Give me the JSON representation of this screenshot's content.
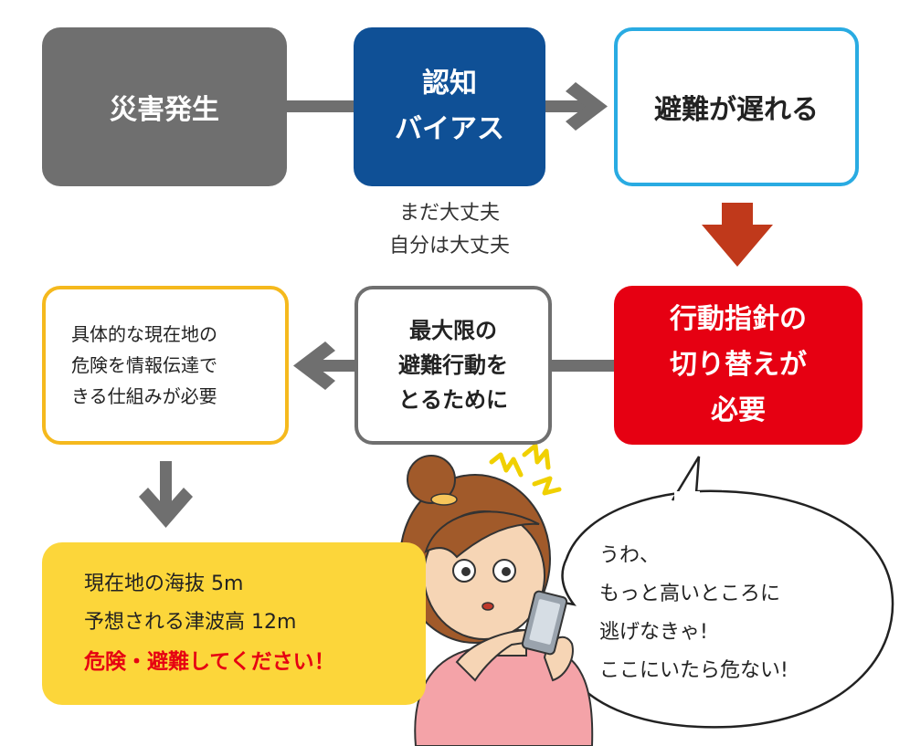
{
  "boxes": {
    "disaster": {
      "text": "災害発生"
    },
    "bias": {
      "line1": "認知",
      "line2": "バイアス"
    },
    "late": {
      "text": "避難が遅れる"
    },
    "bias_note": {
      "line1": "まだ大丈夫",
      "line2": "自分は大丈夫"
    },
    "change": {
      "line1": "行動指針の",
      "line2": "切り替えが",
      "line3": "必要"
    },
    "max": {
      "line1": "最大限の",
      "line2": "避難行動を",
      "line3": "とるために"
    },
    "system": {
      "line1": "具体的な現在地の",
      "line2": "危険を情報伝達で",
      "line3": "きる仕組みが必要"
    }
  },
  "alert": {
    "line1": "現在地の海抜 5m",
    "line2": "予想される津波高 12m",
    "line3": "危険・避難してください！"
  },
  "speech": {
    "line1": "うわ、",
    "line2": "もっと高いところに",
    "line3": "逃げなきゃ!",
    "line4": "ここにいたら危ない!"
  },
  "colors": {
    "gray": "#6f6f6f",
    "navy": "#0f5096",
    "sky": "#29abe2",
    "red": "#e60012",
    "orange_red": "#c0391b",
    "yellow": "#fcd63a",
    "yellow_border": "#f5b91d"
  },
  "icons": [
    "arrow-right-icon",
    "arrow-down-icon",
    "arrow-left-icon",
    "surprise-mark-icon",
    "smartphone-icon"
  ]
}
